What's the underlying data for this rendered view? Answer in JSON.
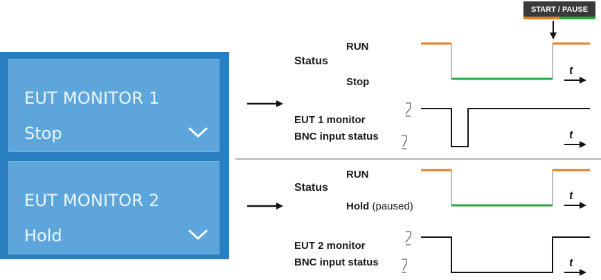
{
  "panel": {
    "tiles": [
      {
        "title": "EUT MONITOR 1",
        "value": "Stop"
      },
      {
        "title": "EUT MONITOR 2",
        "value": "Hold"
      }
    ]
  },
  "diagram": {
    "start_pause_label": "START / PAUSE",
    "top": {
      "status_label": "Status",
      "run_label": "RUN",
      "stop_label": "Stop",
      "monitor_line1": "EUT 1 monitor",
      "monitor_line2": "BNC input status",
      "axis_label": "t"
    },
    "bottom": {
      "status_label": "Status",
      "run_label": "RUN",
      "hold_label": "Hold",
      "hold_note": "(paused)",
      "monitor_line1": "EUT 2 monitor",
      "monitor_line2": "BNC input status",
      "axis_label": "t"
    },
    "colors": {
      "run": "#e67e22",
      "stop": "#27a63a",
      "panel_bg": "#2a7fc0",
      "tile_bg": "#5da6dc",
      "start_pause_bg": "#3a3a3a"
    }
  }
}
